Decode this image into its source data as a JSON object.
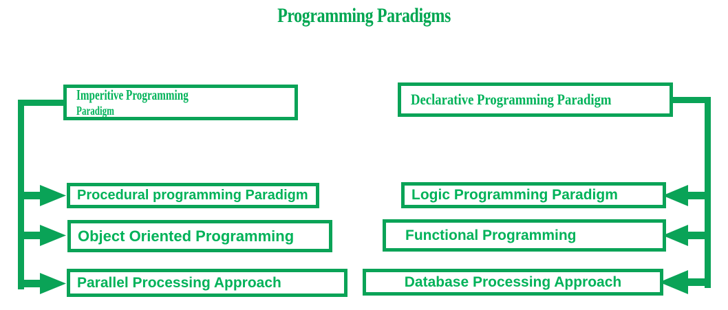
{
  "diagram": {
    "title": "Programming Paradigms",
    "accent_color": "#00a651",
    "box_border_color": "#0aa357",
    "text_color": "#00b259",
    "background_color": "#ffffff",
    "type": "hierarchy-flowchart",
    "left_branch": {
      "root": "Imperitive Programming Paradigm",
      "root_main_text": "Imperitive Programming ",
      "root_small_text": "Paradigm",
      "children": [
        "Procedural programming Paradigm",
        "Object Oriented Programming",
        "Parallel Processing  Approach"
      ]
    },
    "right_branch": {
      "root": "Declarative Programming Paradigm",
      "children": [
        "Logic Programming Paradigm",
        "Functional Programming",
        "Database Processing Approach"
      ]
    }
  }
}
